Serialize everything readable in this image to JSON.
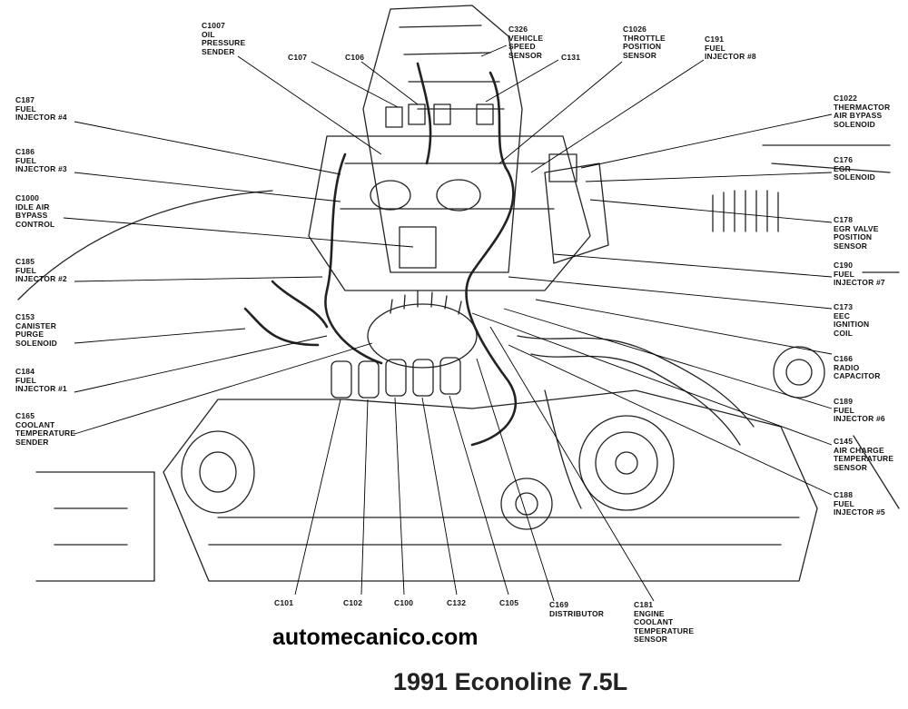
{
  "site_text": "automecanico.com",
  "title": "1991 Econoline 7.5L",
  "labels": {
    "c1007": [
      "C1007",
      "OIL",
      "PRESSURE",
      "SENDER"
    ],
    "c107": [
      "C107"
    ],
    "c106": [
      "C106"
    ],
    "c326": [
      "C326",
      "VEHICLE",
      "SPEED",
      "SENSOR"
    ],
    "c131": [
      "C131"
    ],
    "c1026": [
      "C1026",
      "THROTTLE",
      "POSITION",
      "SENSOR"
    ],
    "c191": [
      "C191",
      "FUEL",
      "INJECTOR #8"
    ],
    "c187": [
      "C187",
      "FUEL",
      "INJECTOR #4"
    ],
    "c1022": [
      "C1022",
      "THERMACTOR",
      "AIR BYPASS",
      "SOLENOID"
    ],
    "c186": [
      "C186",
      "FUEL",
      "INJECTOR #3"
    ],
    "c176": [
      "C176",
      "EGR",
      "SOLENOID"
    ],
    "c1000": [
      "C1000",
      "IDLE AIR",
      "BYPASS",
      "CONTROL"
    ],
    "c178": [
      "C178",
      "EGR VALVE",
      "POSITION",
      "SENSOR"
    ],
    "c185": [
      "C185",
      "FUEL",
      "INJECTOR #2"
    ],
    "c190": [
      "C190",
      "FUEL",
      "INJECTOR #7"
    ],
    "c153": [
      "C153",
      "CANISTER",
      "PURGE",
      "SOLENOID"
    ],
    "c173": [
      "C173",
      "EEC",
      "IGNITION",
      "COIL"
    ],
    "c166": [
      "C166",
      "RADIO",
      "CAPACITOR"
    ],
    "c184": [
      "C184",
      "FUEL",
      "INJECTOR #1"
    ],
    "c189": [
      "C189",
      "FUEL",
      "INJECTOR #6"
    ],
    "c165": [
      "C165",
      "COOLANT",
      "TEMPERATURE",
      "SENDER"
    ],
    "c145": [
      "C145",
      "AIR CHARGE",
      "TEMPERATURE",
      "SENSOR"
    ],
    "c188": [
      "C188",
      "FUEL",
      "INJECTOR #5"
    ],
    "c101": [
      "C101"
    ],
    "c102": [
      "C102"
    ],
    "c100": [
      "C100"
    ],
    "c132": [
      "C132"
    ],
    "c105": [
      "C105"
    ],
    "c169": [
      "C169",
      "DISTRIBUTOR"
    ],
    "c181": [
      "C181",
      "ENGINE",
      "COOLANT",
      "TEMPERATURE",
      "SENSOR"
    ]
  }
}
